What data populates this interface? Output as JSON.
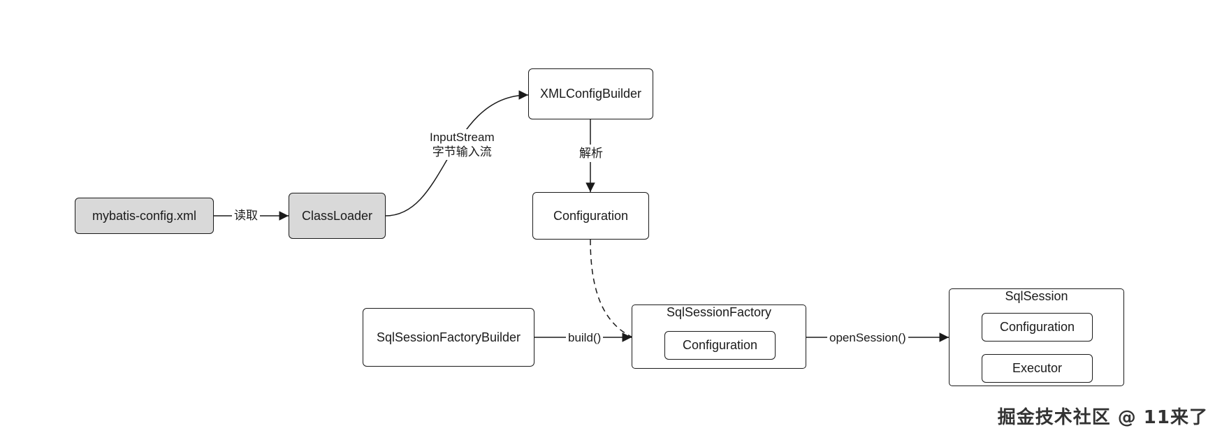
{
  "nodes": {
    "mybatis_config": "mybatis-config.xml",
    "classloader": "ClassLoader",
    "xmlconfigbuilder": "XMLConfigBuilder",
    "configuration": "Configuration",
    "sqlsessionfactorybuilder": "SqlSessionFactoryBuilder",
    "sqlsessionfactory": {
      "title": "SqlSessionFactory",
      "inner": "Configuration"
    },
    "sqlsession": {
      "title": "SqlSession",
      "items": [
        "Configuration",
        "Executor"
      ]
    }
  },
  "edges": {
    "read": "读取",
    "inputstream_line1": "InputStream",
    "inputstream_line2": "字节输入流",
    "parse": "解析",
    "build": "build()",
    "open_session": "openSession()"
  },
  "watermark": "掘金技术社区 @ 11来了",
  "colors": {
    "stroke": "#1a1a1a",
    "grey_fill": "#d9d9d9"
  }
}
